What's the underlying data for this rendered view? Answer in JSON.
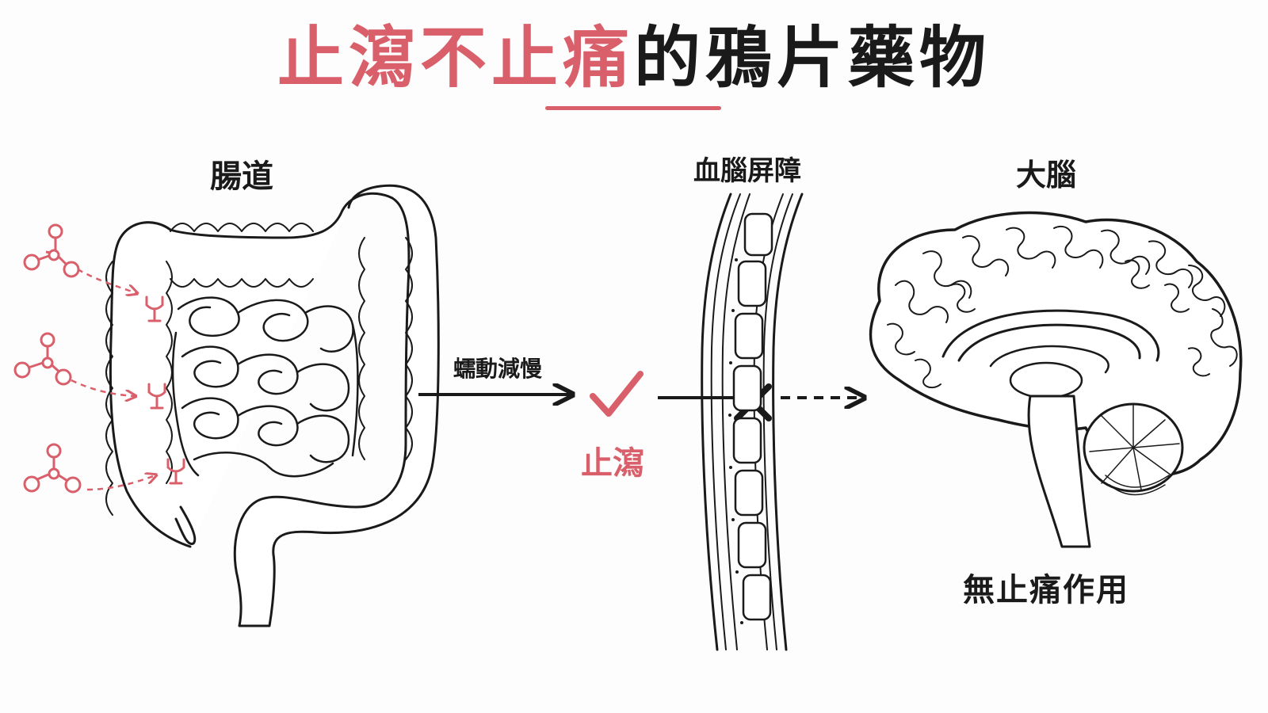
{
  "title": {
    "accent": "止瀉不止痛",
    "rest": "的鴉片藥物"
  },
  "labels": {
    "gut": "腸道",
    "peristalsis": "蠕動減慢",
    "stop_diarrhea": "止瀉",
    "blood_brain_barrier": "血腦屏障",
    "brain": "大腦",
    "no_analgesia": "無止痛作用"
  },
  "colors": {
    "accent": "#d9606b",
    "ink": "#1a1a1a",
    "background": "#fdfdfd"
  },
  "icons": [
    "molecule-icon",
    "receptor-icon",
    "check-icon",
    "cross-icon"
  ]
}
